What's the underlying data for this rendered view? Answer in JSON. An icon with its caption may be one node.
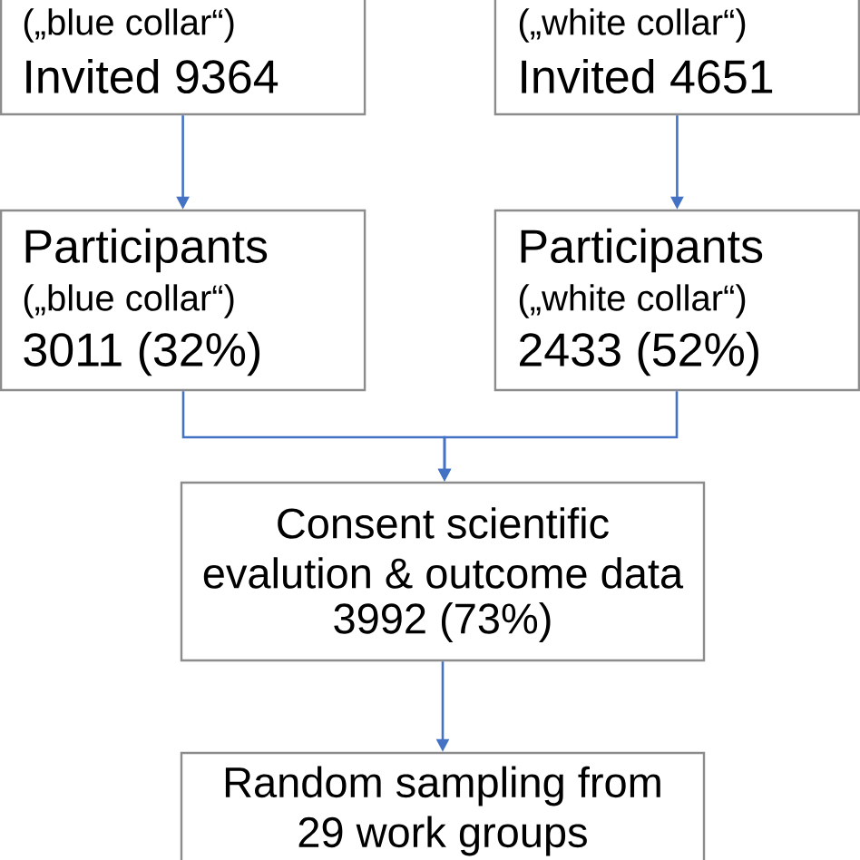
{
  "diagram": {
    "nodes": [
      {
        "text": [
          "(„blue collar“)",
          "Invited 9364"
        ]
      },
      {
        "text": [
          "(„white collar“)",
          "Invited 4651"
        ]
      },
      {
        "text": [
          "Participants",
          "(„blue collar“)",
          "3011 (32%)"
        ]
      },
      {
        "text": [
          "Participants",
          "(„white collar“)",
          "2433 (52%)"
        ]
      },
      {
        "text": [
          "Consent scientific evalution & outcome data",
          "3992 (73%)"
        ]
      },
      {
        "text": [
          "Random sampling from 29 work groups"
        ]
      }
    ],
    "edges": [
      {
        "from": 0,
        "to": 2,
        "arrow": "to"
      },
      {
        "from": 1,
        "to": 3,
        "arrow": "to"
      },
      {
        "from": 2,
        "to": 4,
        "arrow": "to"
      },
      {
        "from": 3,
        "to": 4,
        "arrow": "to"
      },
      {
        "from": 4,
        "to": 5,
        "arrow": "to"
      }
    ]
  }
}
